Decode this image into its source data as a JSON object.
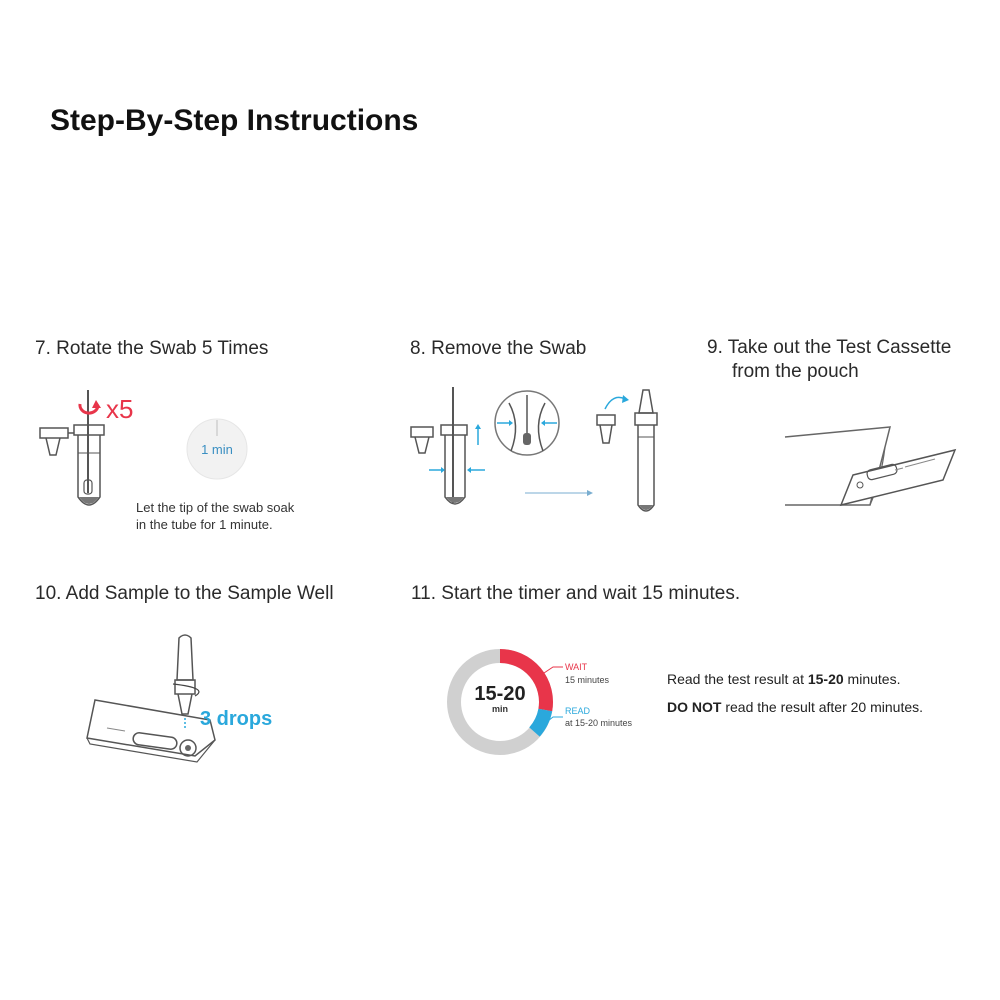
{
  "page": {
    "title": "Step-By-Step Instructions"
  },
  "steps": {
    "s7": {
      "heading": "7. Rotate the Swab 5 Times",
      "count": "x5",
      "timer": "1 min",
      "caption_line1": "Let the tip of the swab soak",
      "caption_line2": "in the tube for 1 minute."
    },
    "s8": {
      "heading": "8. Remove the Swab"
    },
    "s9": {
      "heading_line1": "9. Take out the Test Cassette",
      "heading_line2": "from the pouch"
    },
    "s10": {
      "heading": "10. Add Sample to the Sample Well",
      "drops": "3 drops"
    },
    "s11": {
      "heading": "11. Start the timer and wait 15 minutes.",
      "dial_value": "15-20",
      "dial_unit": "min",
      "wait_label": "WAIT",
      "wait_sub": "15 minutes",
      "read_label": "READ",
      "read_sub": "at 15-20 minutes",
      "line1_prefix": "Read the test result at ",
      "line1_bold": "15-20",
      "line1_suffix": " minutes.",
      "line2_bold": "DO NOT",
      "line2_suffix": " read the result after 20 minutes."
    }
  },
  "colors": {
    "red": "#e8354a",
    "blue": "#2aa8dc",
    "gray": "#d0d0d0",
    "line": "#555555"
  }
}
